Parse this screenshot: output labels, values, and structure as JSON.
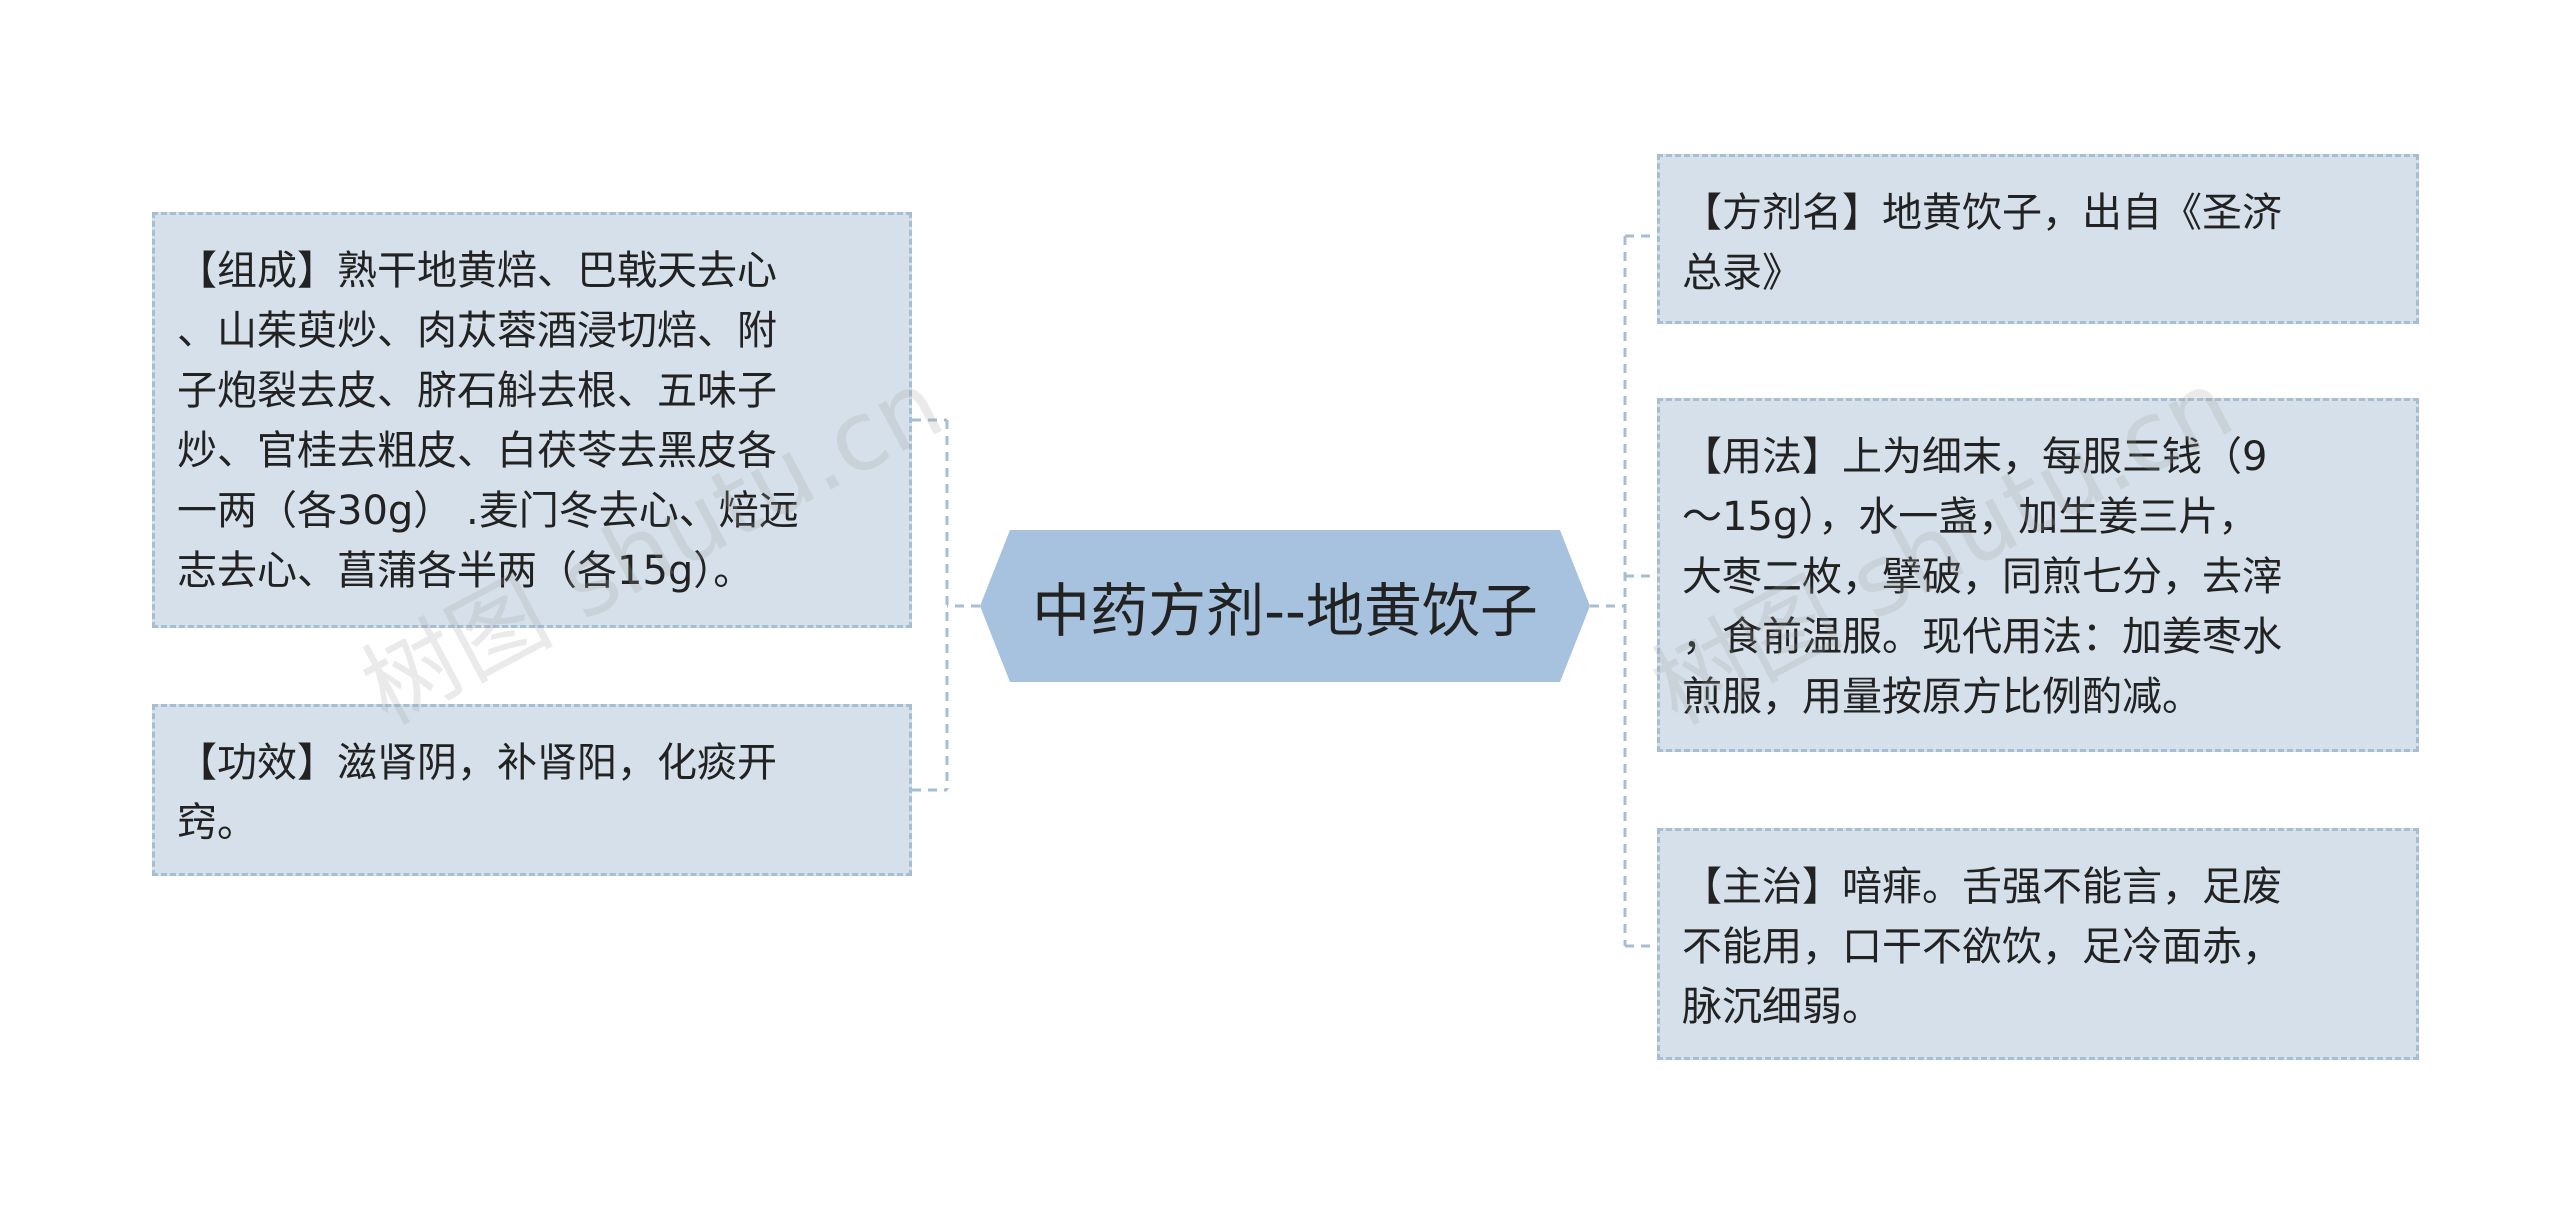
{
  "colors": {
    "node_fill": "#d5e0ea",
    "node_border": "#a7bdd1",
    "center_fill": "#a6c2de",
    "connector": "#a7bdd1"
  },
  "center": {
    "title": "中药方剂--地黄饮子"
  },
  "left_nodes": [
    {
      "text": "【组成】熟干地黄焙、巴戟天去心\n、山茱萸炒、肉苁蓉酒浸切焙、附\n子炮裂去皮、脐石斛去根、五味子\n炒、官桂去粗皮、白茯苓去黑皮各\n一两（各30g） .麦门冬去心、焙远\n志去心、菖蒲各半两（各15g）。"
    },
    {
      "text": "【功效】滋肾阴，补肾阳，化痰开\n窍。"
    }
  ],
  "right_nodes": [
    {
      "text": "【方剂名】地黄饮子，出自《圣济\n总录》"
    },
    {
      "text": "【用法】上为细末，每服三钱（9\n～15g），水一盏，加生姜三片，\n大枣二枚，擘破，同煎七分，去滓\n，食前温服。现代用法：加姜枣水\n煎服，用量按原方比例酌减。"
    },
    {
      "text": "【主治】喑痱。舌强不能言，足废\n不能用，口干不欲饮，足冷面赤，\n脉沉细弱。"
    }
  ],
  "watermarks": [
    {
      "text": "树图 shutu.cn"
    },
    {
      "text": "树图 shutu.cn"
    }
  ]
}
